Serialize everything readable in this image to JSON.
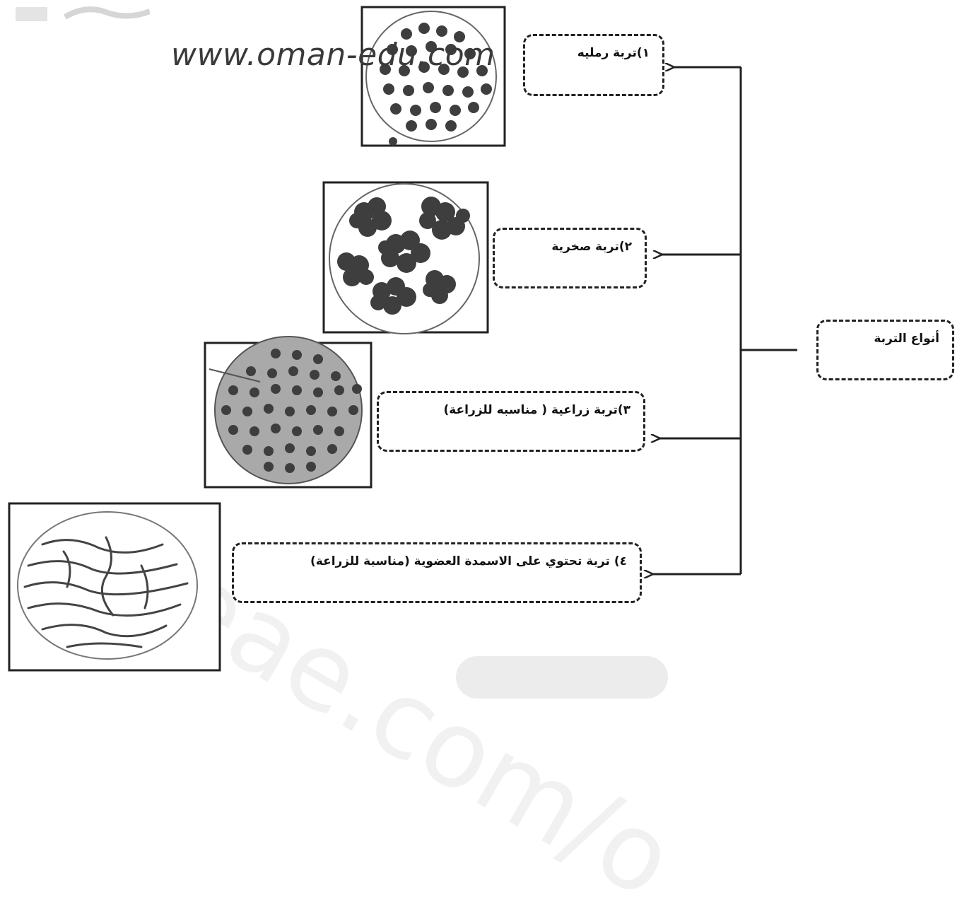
{
  "watermark": {
    "url_text": "www.oman-edu.com",
    "diagonal_text": "eae.com/o"
  },
  "root": {
    "label": "أنواع التربة"
  },
  "types": [
    {
      "label": "١)تربة رمليه"
    },
    {
      "label": "٢)تربة صخرية"
    },
    {
      "label": "٣)تربة زراعية ( مناسبه للزراعة)"
    },
    {
      "label": "٤) تربة تحتوي على الاسمدة العضوية (مناسبة للزراعة)"
    }
  ],
  "colors": {
    "ink": "#222222",
    "soil_fill": "#a9a9a9",
    "particle": "#3e3e3e"
  }
}
